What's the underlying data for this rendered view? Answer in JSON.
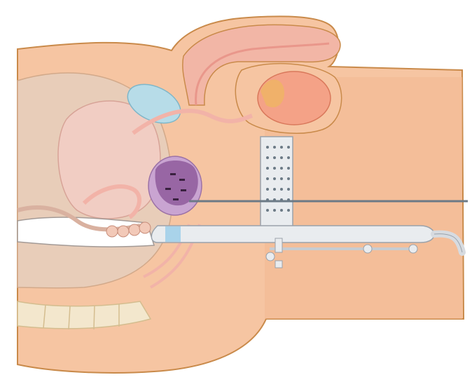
{
  "colors": {
    "background": "#ffffff",
    "skin": "#f6c5a2",
    "skin_dark": "#eeb389",
    "outline": "#c98a4a",
    "pelvis_cavity": "#e2c7b3",
    "bladder": "#f1cdc3",
    "rectum_wall": "#d9b1a0",
    "seminal_vesicle": "#b7dce8",
    "prostate": "#c9a4d1",
    "prostate_lesion": "#8f5c9c",
    "probe_body": "#e9ecef",
    "probe_outline": "#9aa2ab",
    "needle": "#6c7a86",
    "urethra": "#f4b7ae",
    "spine_bone": "#f3e7cd",
    "testis": "#f08f6f"
  },
  "icons": [
    "pelvis-cross-section-diagram",
    "prostate-gland",
    "transrectal-ultrasound-probe",
    "biopsy-needle-guide-grid",
    "biopsy-needle"
  ]
}
